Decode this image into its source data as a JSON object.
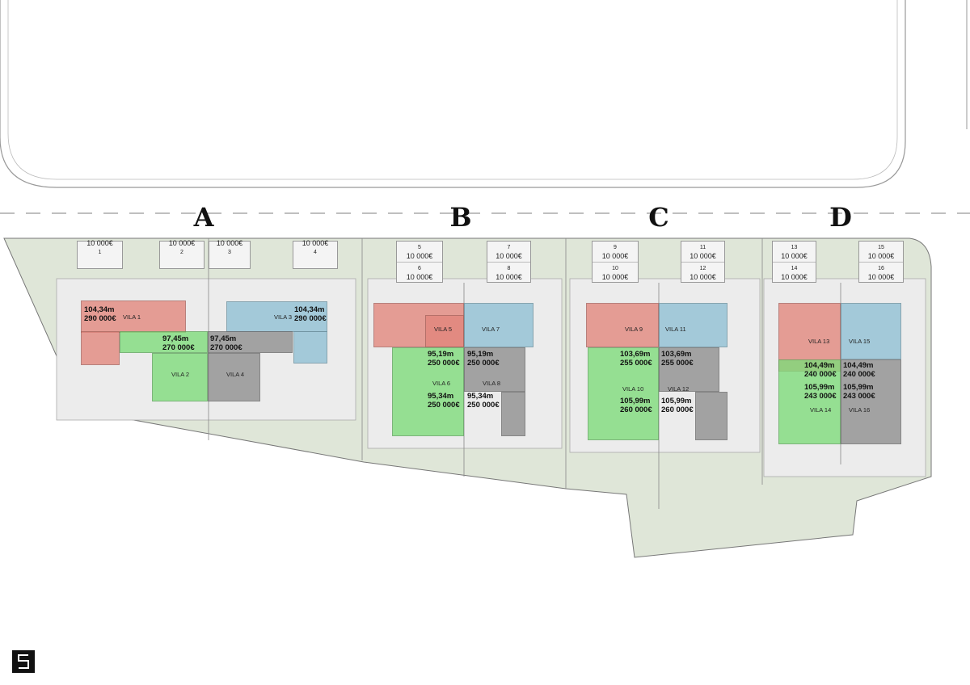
{
  "colors": {
    "red": "#e2867c",
    "blue": "#8fc0d4",
    "green": "#7ddc7a",
    "gray": "#8e8e8e",
    "ground": "#dfe6d8",
    "paving": "#ececec"
  },
  "blocks": [
    {
      "letter": "A",
      "parking": [
        {
          "num": "1",
          "price": "10 000€"
        },
        {
          "num": "2",
          "price": "10 000€"
        },
        {
          "num": "3",
          "price": "10 000€"
        },
        {
          "num": "4",
          "price": "10 000€"
        }
      ],
      "villas": [
        {
          "name": "VILA 1",
          "area": "104,34m",
          "price": "290 000€"
        },
        {
          "name": "VILA 2",
          "area": "97,45m",
          "price": "270 000€"
        },
        {
          "name": "VILA 3",
          "area": "104,34m",
          "price": "290 000€"
        },
        {
          "name": "VILA 4",
          "area": "97,45m",
          "price": "270 000€"
        }
      ]
    },
    {
      "letter": "B",
      "parking": [
        {
          "num": "5",
          "price": "10 000€"
        },
        {
          "num": "6",
          "price": "10 000€"
        },
        {
          "num": "7",
          "price": "10 000€"
        },
        {
          "num": "8",
          "price": "10 000€"
        }
      ],
      "villas": [
        {
          "name": "VILA 5",
          "area": "95,19m",
          "price": "250 000€"
        },
        {
          "name": "VILA 6",
          "area": "95,34m",
          "price": "250 000€"
        },
        {
          "name": "VILA 7",
          "area": "95,19m",
          "price": "250 000€"
        },
        {
          "name": "VILA 8",
          "area": "95,34m",
          "price": "250 000€"
        }
      ]
    },
    {
      "letter": "C",
      "parking": [
        {
          "num": "9",
          "price": "10 000€"
        },
        {
          "num": "10",
          "price": "10 000€"
        },
        {
          "num": "11",
          "price": "10 000€"
        },
        {
          "num": "12",
          "price": "10 000€"
        }
      ],
      "villas": [
        {
          "name": "VILA 9",
          "area": "103,69m",
          "price": "255 000€"
        },
        {
          "name": "VILA 10",
          "area": "105,99m",
          "price": "260 000€"
        },
        {
          "name": "VILA 11",
          "area": "103,69m",
          "price": "255 000€"
        },
        {
          "name": "VILA 12",
          "area": "105,99m",
          "price": "260 000€"
        }
      ]
    },
    {
      "letter": "D",
      "parking": [
        {
          "num": "13",
          "price": "10 000€"
        },
        {
          "num": "14",
          "price": "10 000€"
        },
        {
          "num": "15",
          "price": "10 000€"
        },
        {
          "num": "16",
          "price": "10 000€"
        }
      ],
      "villas": [
        {
          "name": "VILA 13",
          "area": "104,49m",
          "price": "240 000€"
        },
        {
          "name": "VILA 14",
          "area": "105,99m",
          "price": "243 000€"
        },
        {
          "name": "VILA 15",
          "area": "104,49m",
          "price": "240 000€"
        },
        {
          "name": "VILA 16",
          "area": "105,99m",
          "price": "243 000€"
        }
      ]
    }
  ]
}
